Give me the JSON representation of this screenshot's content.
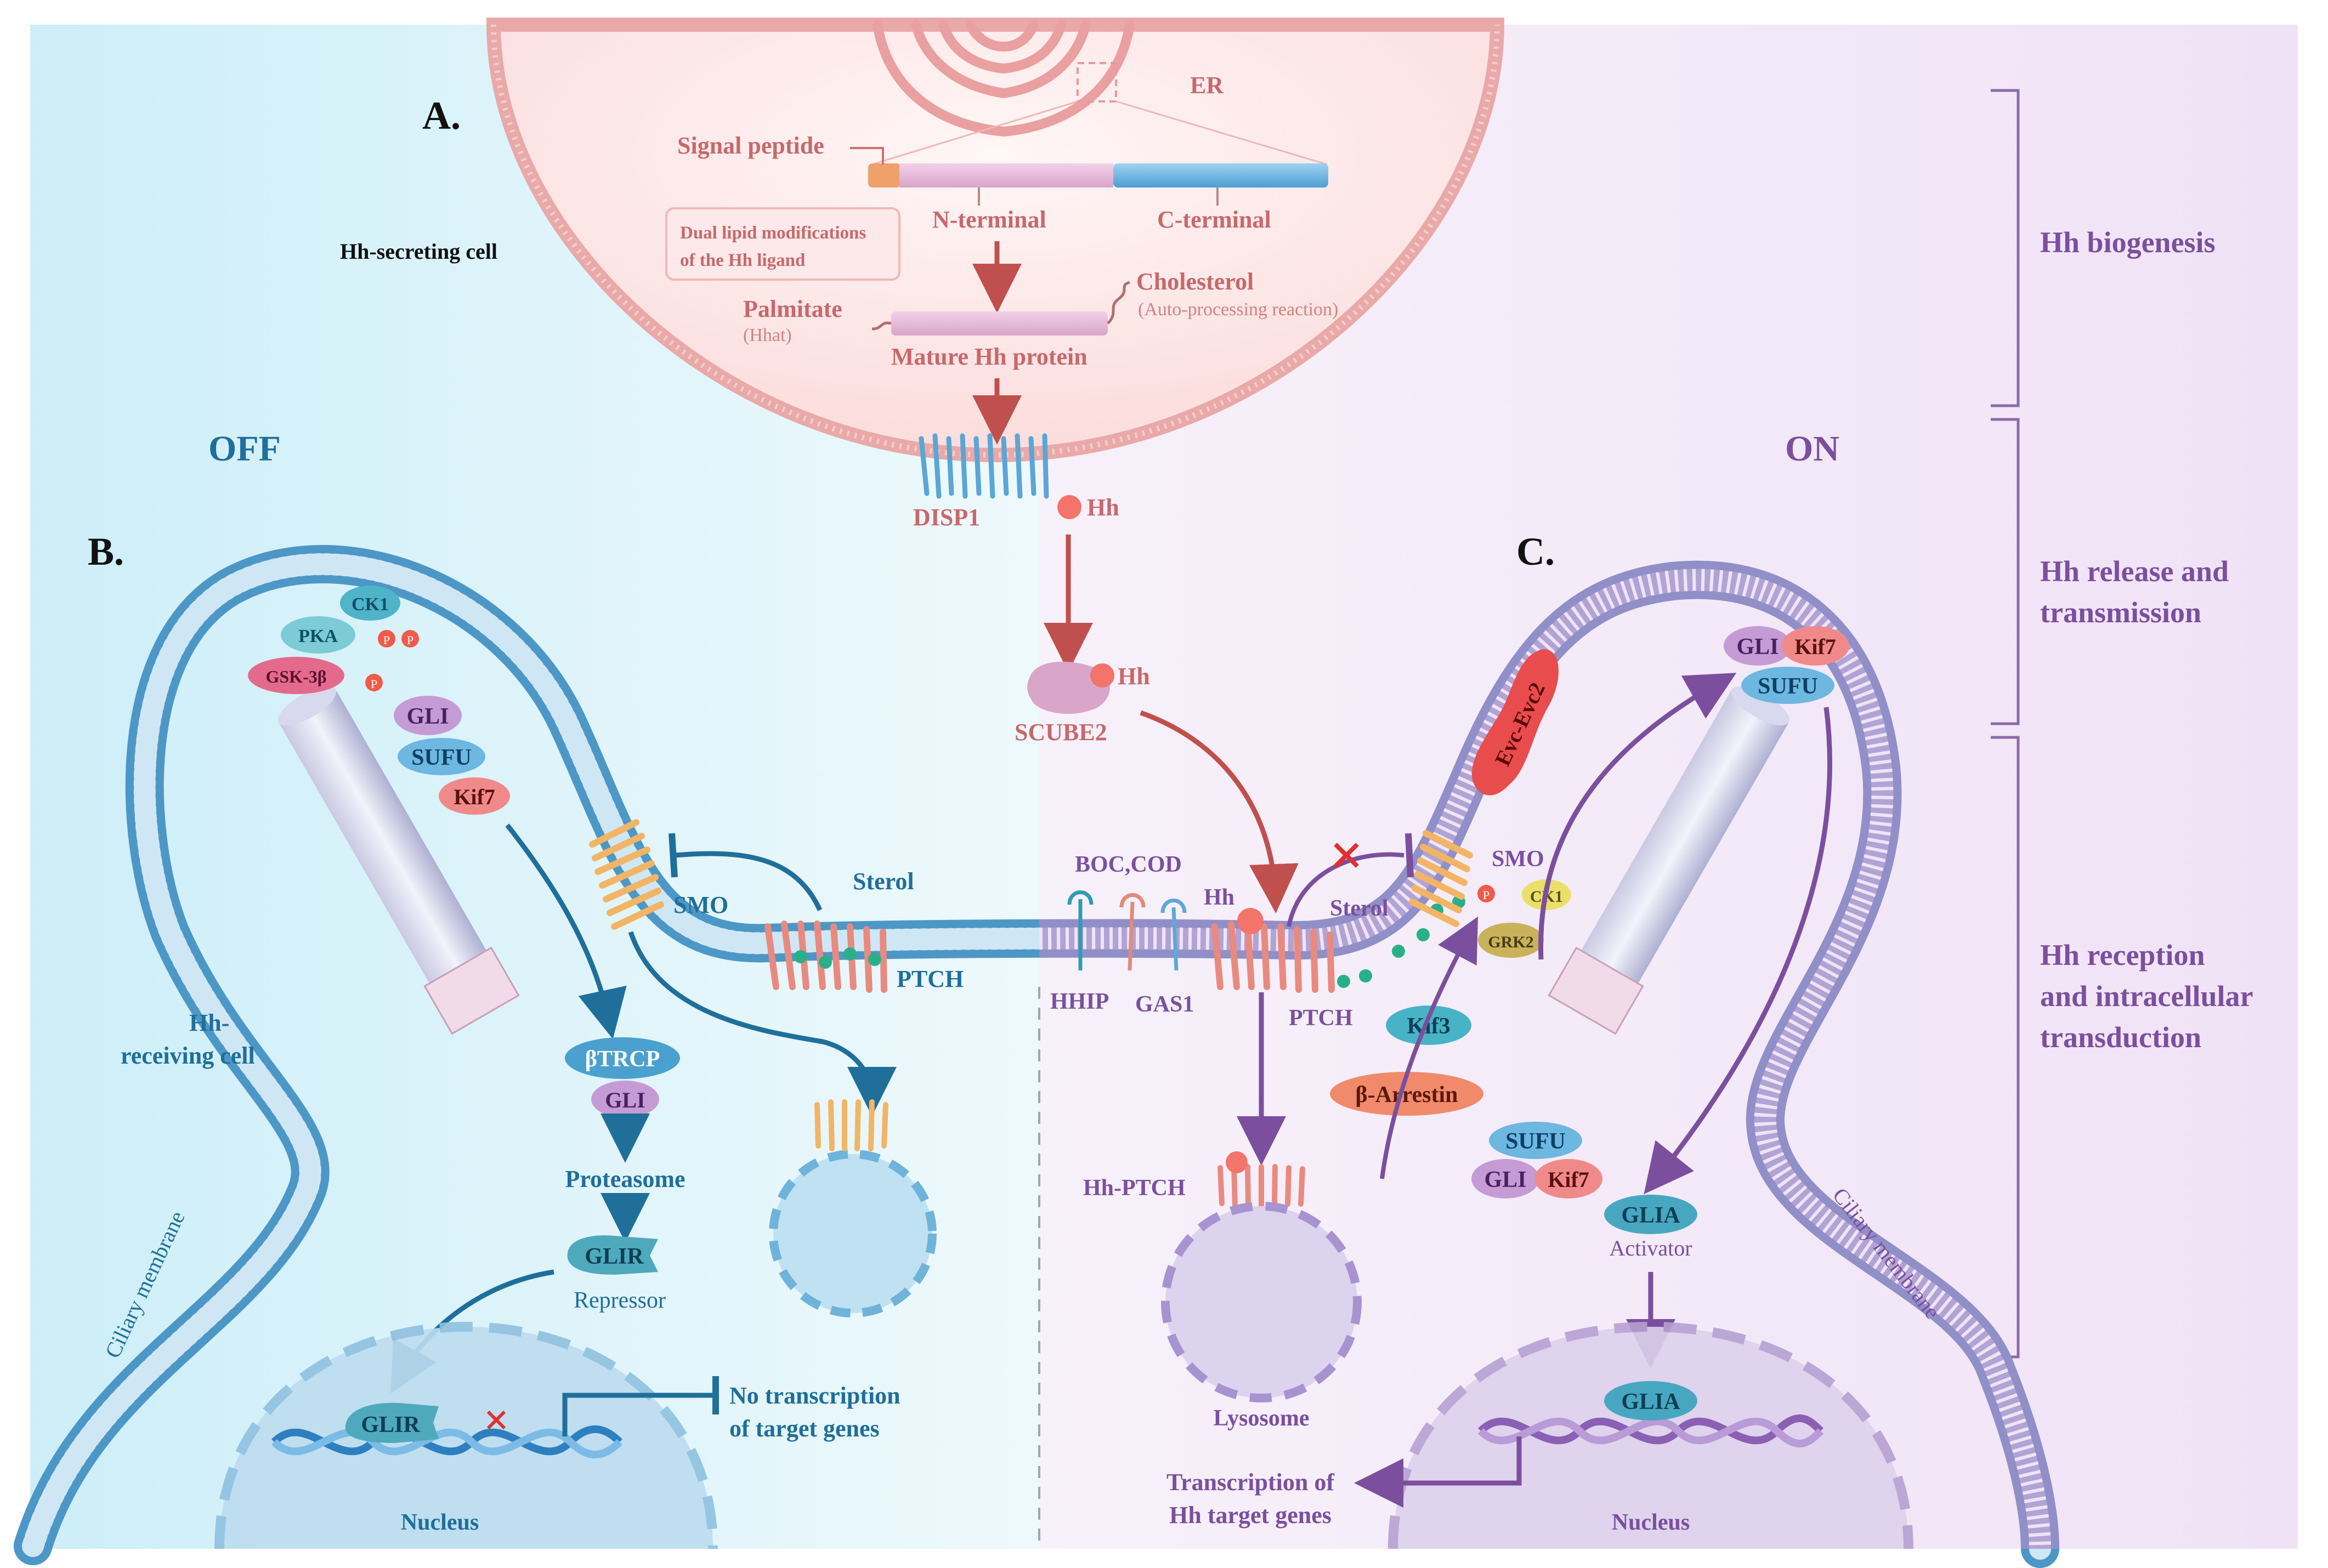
{
  "panels": {
    "a": "A.",
    "b": "B.",
    "c": "C."
  },
  "states": {
    "off": "OFF",
    "on": "ON"
  },
  "cells": {
    "secreting": "Hh-secreting cell",
    "receiving_line1": "Hh-",
    "receiving_line2": "receiving cell",
    "ciliary_left": "Ciliary membrane",
    "ciliary_right": "Ciliary membrane"
  },
  "biogenesis": {
    "er": "ER",
    "signal_peptide": "Signal peptide",
    "n_terminal": "N-terminal",
    "c_terminal": "C-terminal",
    "dual_lipid_line1": "Dual lipid modifications",
    "dual_lipid_line2": "of the Hh ligand",
    "palmitate": "Palmitate",
    "hhat": "(Hhat)",
    "cholesterol": "Cholesterol",
    "auto_processing": "(Auto-processing reaction)",
    "mature": "Mature Hh protein"
  },
  "release": {
    "disp1": "DISP1",
    "hh": "Hh",
    "scube2": "SCUBE2",
    "hh2": "Hh"
  },
  "off_path": {
    "ck1": "CK1",
    "pka": "PKA",
    "gsk": "GSK-3β",
    "p": "P",
    "gli": "GLI",
    "sufu": "SUFU",
    "kif7": "Kif7",
    "smo": "SMO",
    "sterol": "Sterol",
    "ptch": "PTCH",
    "btrcp": "βTRCP",
    "gli2": "GLI",
    "proteasome": "Proteasome",
    "glir": "GLIR",
    "repressor": "Repressor",
    "glir2": "GLIR",
    "no_tx_line1": "No transcription",
    "no_tx_line2": "of target genes",
    "nucleus": "Nucleus"
  },
  "on_path": {
    "boc_cod": "BOC,COD",
    "hhip": "HHIP",
    "gas1": "GAS1",
    "hh": "Hh",
    "ptch": "PTCH",
    "sterol": "Sterol",
    "smo": "SMO",
    "ck1": "CK1",
    "grk2": "GRK2",
    "evc": "Evc-Evc2",
    "kif3": "Kif3",
    "arrestin": "β-Arrestin",
    "hh_ptch": "Hh-PTCH",
    "lysosome": "Lysosome",
    "gli_top": "GLI",
    "kif7_top": "Kif7",
    "sufu_top": "SUFU",
    "sufu": "SUFU",
    "gli": "GLI",
    "kif7": "Kif7",
    "glia": "GLIA",
    "activator": "Activator",
    "glia2": "GLIA",
    "tx_line1": "Transcription of",
    "tx_line2": "Hh target genes",
    "nucleus": "Nucleus"
  },
  "stages": {
    "biogenesis": "Hh biogenesis",
    "release_line1": "Hh release and",
    "release_line2": "transmission",
    "reception_line1": "Hh reception",
    "reception_line2": "and intracellular",
    "reception_line3": "transduction"
  },
  "colors": {
    "off_text": "#1f6f9a",
    "on_text": "#7b4f9e",
    "hh_text": "#c86a6a",
    "bg_left": "#d6f0f8",
    "bg_right": "#f1e6f6",
    "er_cell": "#fbe3e3"
  }
}
